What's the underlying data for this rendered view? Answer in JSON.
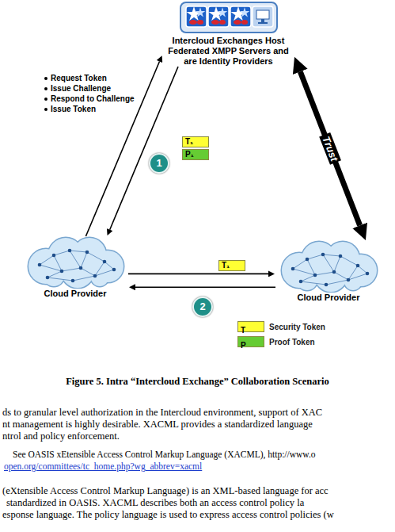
{
  "diagram": {
    "caption": "Figure 5. Intra “Intercloud Exchange” Collaboration Scenario",
    "nodes": [
      {
        "text": [
          "Intercloud Exchanges Host Federated XMPP Servers and are Identity Providers"
        ]
      },
      {
        "text": [
          "Cloud Provider"
        ]
      },
      {
        "text": [
          "Cloud Provider"
        ]
      }
    ],
    "edges": [
      {
        "from": 1,
        "to": 0,
        "arrow": "to"
      },
      {
        "from": 0,
        "to": 1,
        "arrow": "to"
      },
      {
        "from": 1,
        "to": 2,
        "arrow": "to"
      },
      {
        "from": 2,
        "to": 1,
        "arrow": "to"
      },
      {
        "from": 2,
        "to": 0,
        "arrow": "both",
        "label": "Trust"
      }
    ],
    "labels": [
      "Request Token",
      "Issue Challenge",
      "Respond to Challenge",
      "Issue Token",
      "1",
      "T₁",
      "P₁",
      "T₁",
      "2",
      "T",
      "P",
      "ds to granular level authorization in the Intercloud environment, support of XAC",
      "nt management is highly desirable. XACML provides a standardized language",
      "ntrol and policy enforcement.",
      "See OASIS xEtensible Access Control Markup Language (XACML), http://www.o",
      "open.org/committees/tc_home.php?wg_abbrev=xacml",
      "(eXtensible Access Control Markup Language) is an XML-based language for acc",
      "standardized in OASIS. XACML describes both an access control policy la",
      "esponse language. The policy language is used to express access control policies (w"
    ],
    "legend": [
      {
        "text": "Security Token",
        "color": "#ffff33"
      },
      {
        "text": "Proof Token",
        "color": "#66cc33"
      }
    ]
  }
}
